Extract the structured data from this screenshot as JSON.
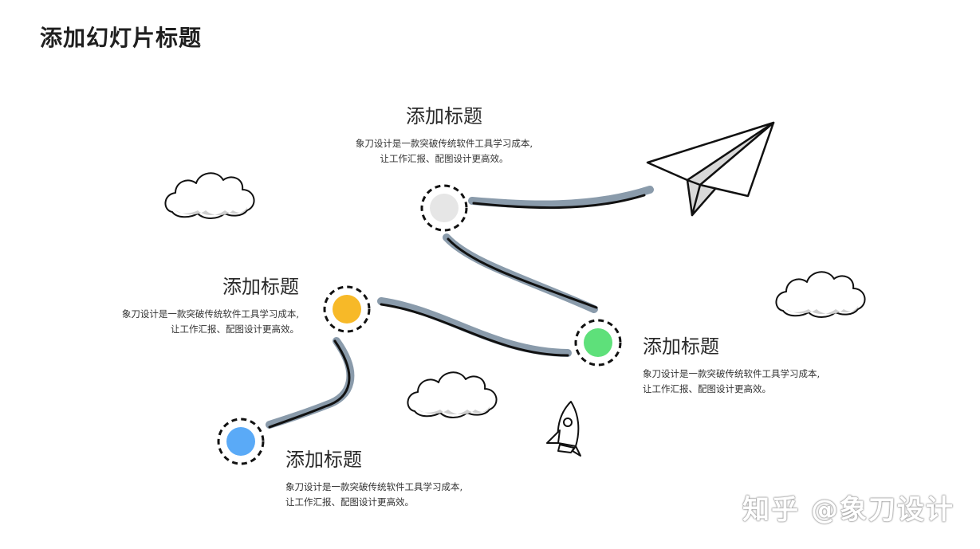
{
  "page": {
    "title": "添加幻灯片标题",
    "watermark": "知乎 @象刀设计"
  },
  "nodes": [
    {
      "heading": "添加标题",
      "desc_line1": "象刀设计是一款突破传统软件工具学习成本,",
      "desc_line2": "让工作汇报、配图设计更高效。",
      "color": "#e6e6e6"
    },
    {
      "heading": "添加标题",
      "desc_line1": "象刀设计是一款突破传统软件工具学习成本,",
      "desc_line2": "让工作汇报、配图设计更高效。",
      "color": "#f7b928"
    },
    {
      "heading": "添加标题",
      "desc_line1": "象刀设计是一款突破传统软件工具学习成本,",
      "desc_line2": "让工作汇报、配图设计更高效。",
      "color": "#5ee07a"
    },
    {
      "heading": "添加标题",
      "desc_line1": "象刀设计是一款突破传统软件工具学习成本,",
      "desc_line2": "让工作汇报、配图设计更高效。",
      "color": "#5aaaf7"
    }
  ],
  "colors": {
    "path_shadow": "#8a9bab",
    "path_line": "#111111"
  },
  "icons": [
    "paper-plane-icon",
    "rocket-icon",
    "cloud-icon"
  ]
}
